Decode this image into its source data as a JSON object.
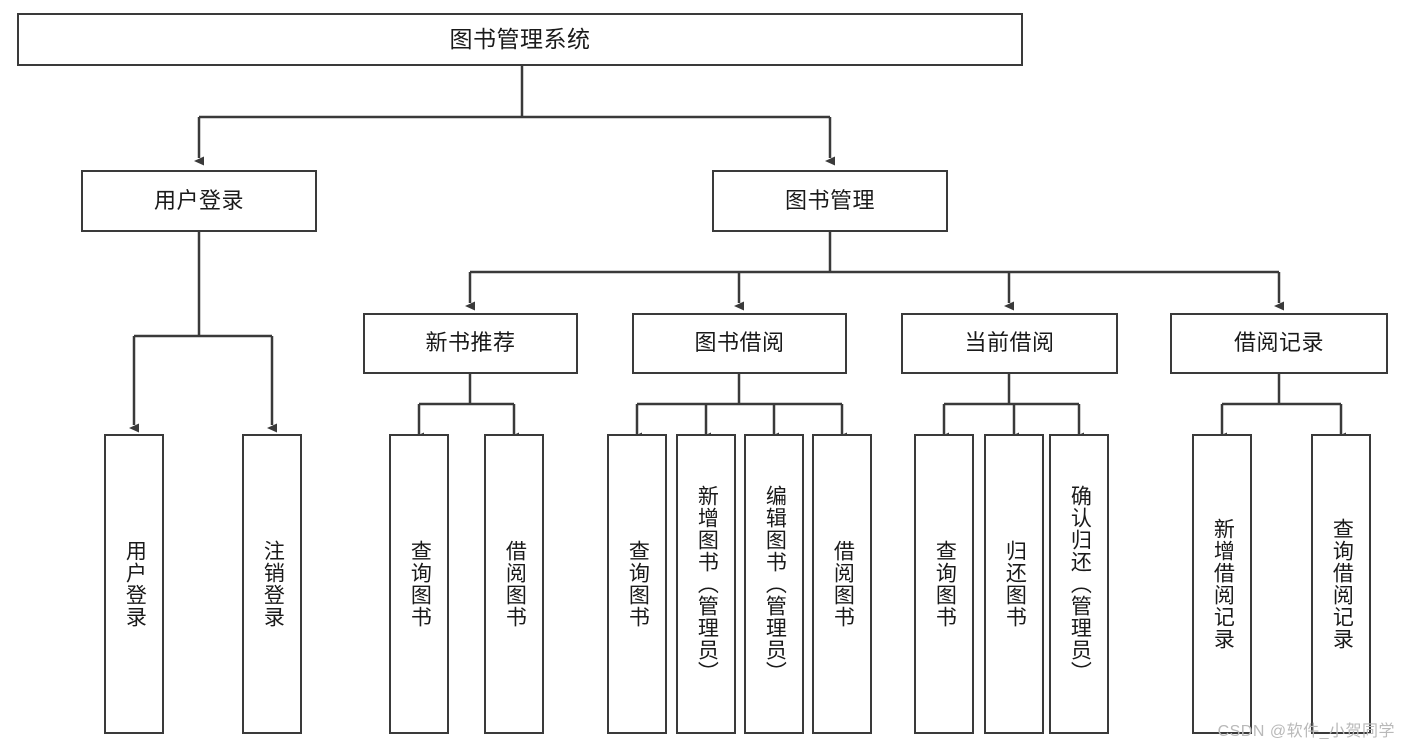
{
  "diagram": {
    "title": "图书管理系统",
    "type": "hierarchy-tree",
    "root": {
      "id": "root",
      "label": "图书管理系统",
      "orientation": "horizontal"
    },
    "level2": [
      {
        "id": "user-login",
        "label": "用户登录",
        "orientation": "horizontal"
      },
      {
        "id": "book-manage",
        "label": "图书管理",
        "orientation": "horizontal"
      }
    ],
    "level3": [
      {
        "id": "new-book-recommend",
        "label": "新书推荐",
        "orientation": "horizontal",
        "parent": "book-manage"
      },
      {
        "id": "book-borrow",
        "label": "图书借阅",
        "orientation": "horizontal",
        "parent": "book-manage"
      },
      {
        "id": "current-borrow",
        "label": "当前借阅",
        "orientation": "horizontal",
        "parent": "book-manage"
      },
      {
        "id": "borrow-record",
        "label": "借阅记录",
        "orientation": "horizontal",
        "parent": "book-manage"
      }
    ],
    "leaves": [
      {
        "id": "leaf-user-login",
        "label": "用户登录",
        "parent": "user-login",
        "orientation": "vertical"
      },
      {
        "id": "leaf-logout-login",
        "label": "注销登录",
        "parent": "user-login",
        "orientation": "vertical"
      },
      {
        "id": "leaf-query-book-1",
        "label": "查询图书",
        "parent": "new-book-recommend",
        "orientation": "vertical"
      },
      {
        "id": "leaf-borrow-book-1",
        "label": "借阅图书",
        "parent": "new-book-recommend",
        "orientation": "vertical"
      },
      {
        "id": "leaf-query-book-2",
        "label": "查询图书",
        "parent": "book-borrow",
        "orientation": "vertical"
      },
      {
        "id": "leaf-add-book",
        "label": "新增图书（管理员）",
        "parent": "book-borrow",
        "orientation": "vertical"
      },
      {
        "id": "leaf-edit-book",
        "label": "编辑图书（管理员）",
        "parent": "book-borrow",
        "orientation": "vertical"
      },
      {
        "id": "leaf-borrow-book-2",
        "label": "借阅图书",
        "parent": "book-borrow",
        "orientation": "vertical"
      },
      {
        "id": "leaf-query-book-3",
        "label": "查询图书",
        "parent": "current-borrow",
        "orientation": "vertical"
      },
      {
        "id": "leaf-return-book",
        "label": "归还图书",
        "parent": "current-borrow",
        "orientation": "vertical"
      },
      {
        "id": "leaf-confirm-return",
        "label": "确认归还（管理员）",
        "parent": "current-borrow",
        "orientation": "vertical"
      },
      {
        "id": "leaf-add-record",
        "label": "新增借阅记录",
        "parent": "borrow-record",
        "orientation": "vertical"
      },
      {
        "id": "leaf-query-record",
        "label": "查询借阅记录",
        "parent": "borrow-record",
        "orientation": "vertical"
      }
    ]
  },
  "watermark": {
    "text": "CSDN @软件_小贺同学"
  },
  "colors": {
    "stroke": "#3a3a3a",
    "background": "#ffffff",
    "text": "#1a1a1a",
    "watermark": "#b9b9b9"
  }
}
